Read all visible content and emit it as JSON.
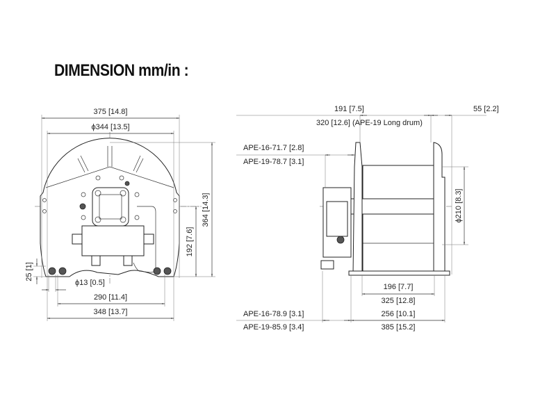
{
  "title": "DIMENSION mm/in :",
  "front_view": {
    "overall_width": "375 [14.8]",
    "drum_diameter": "ϕ344 [13.5]",
    "overall_height": "364 [14.3]",
    "center_height": "192 [7.6]",
    "base_thickness": "25 [1]",
    "bolt_hole": "ϕ13 [0.5]",
    "bolt_spacing": "290 [11.4]",
    "base_width": "348 [13.7]"
  },
  "side_view": {
    "drum_length": "191 [7.5]",
    "long_drum_length": "320 [12.6] (APE-19 Long drum)",
    "flange_offset": "55 [2.2]",
    "motor_offset_16": "APE-16-71.7 [2.8]",
    "motor_offset_19": "APE-19-78.7 [3.1]",
    "core_diameter": "ϕ210 [8.3]",
    "bolt_spacing": "196 [7.7]",
    "bolt_spacing_long": "325 [12.8]",
    "motor_length_16": "APE-16-78.9 [3.1]",
    "motor_length_19": "APE-19-85.9 [3.4]",
    "base_length": "256 [10.1]",
    "base_length_long": "385 [15.2]"
  }
}
